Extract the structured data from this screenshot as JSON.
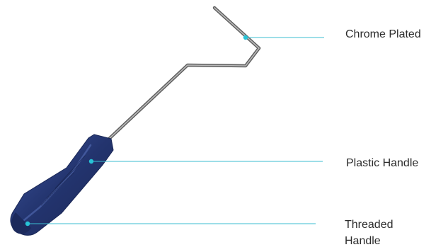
{
  "callouts": {
    "chrome": {
      "label": "Chrome Plated"
    },
    "plastic": {
      "label": "Plastic Handle"
    },
    "threaded": {
      "line1": "Threaded",
      "line2": "Handle"
    }
  },
  "colors": {
    "leader_line": "#3bbdd0",
    "marker_dot": "#27c3d6",
    "handle_blue": "#23346e",
    "handle_highlight": "#3d55a0",
    "wire_metal": "#8f8f8f",
    "text": "#2b2b2b"
  }
}
